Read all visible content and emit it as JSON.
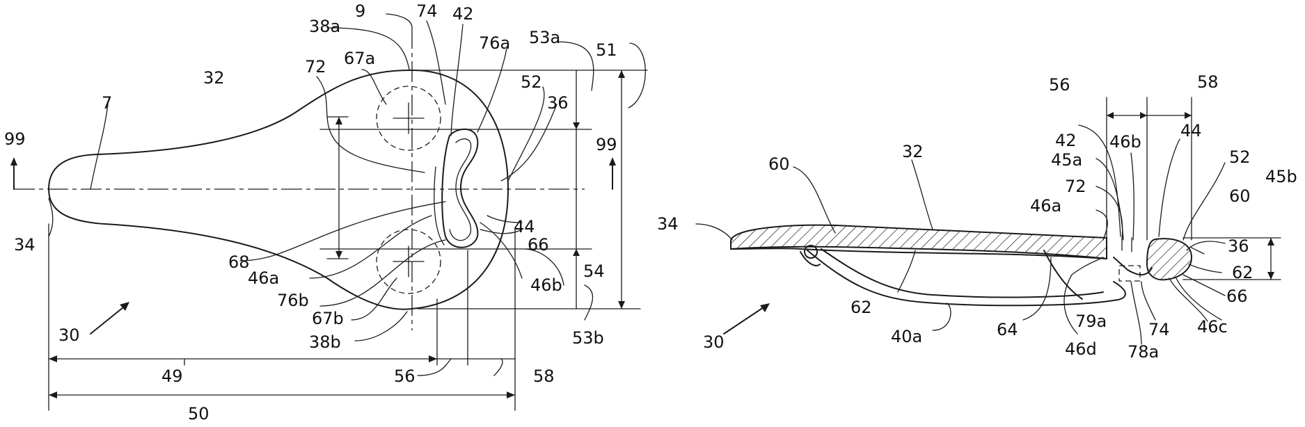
{
  "figure": {
    "left_view": {
      "labels": {
        "l9": "9",
        "l74": "74",
        "l42": "42",
        "l38a": "38a",
        "l67a": "67a",
        "l76a": "76a",
        "l53a": "53a",
        "l51": "51",
        "l32": "32",
        "l72": "72",
        "l52": "52",
        "l36": "36",
        "l7": "7",
        "l99a": "99",
        "l99b": "99",
        "l44": "44",
        "l34": "34",
        "l66": "66",
        "l68": "68",
        "l46a": "46a",
        "l54": "54",
        "l76b": "76b",
        "l46b": "46b",
        "l67b": "67b",
        "l53b": "53b",
        "l30": "30",
        "l38b": "38b",
        "l49": "49",
        "l56": "56",
        "l58": "58",
        "l50": "50"
      }
    },
    "right_view": {
      "labels": {
        "l56": "56",
        "l58": "58",
        "l44": "44",
        "l42": "42",
        "l46b": "46b",
        "l60a": "60",
        "l32": "32",
        "l45a": "45a",
        "l52": "52",
        "l45b": "45b",
        "l72": "72",
        "l60b": "60",
        "l46a": "46a",
        "l34": "34",
        "l36": "36",
        "l62a": "62",
        "l62b": "62",
        "l66": "66",
        "l79a": "79a",
        "l74": "74",
        "l46c": "46c",
        "l64": "64",
        "l40a": "40a",
        "l46d": "46d",
        "l78a": "78a",
        "l30": "30"
      }
    }
  }
}
